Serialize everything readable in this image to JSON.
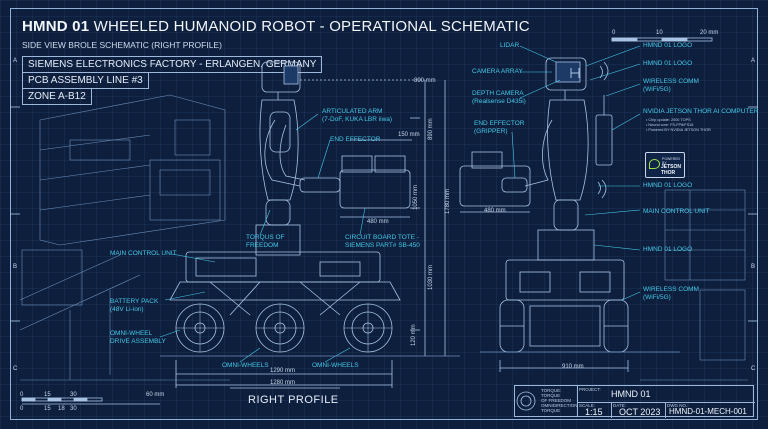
{
  "title_bold": "HMND 01",
  "title_rest": " WHEELED HUMANOID ROBOT - OPERATIONAL SCHEMATIC",
  "subtitle": "SIDE VIEW BROLE SCHEMATIC  (RIGHT PROFILE)",
  "location_box": "SIEMENS ELECTRONICS FACTORY - ERLANGEN, GERMANY",
  "line_box": "PCB ASSEMBLY LINE #3",
  "zone_box": "ZONE A-B12",
  "left_labels": {
    "articulated_arm_1": "ARTICULATED ARM",
    "articulated_arm_2": "(7-DoF, KUKA LBR iiwa)",
    "end_effector": "END EFFECTOR",
    "torque_1": "TORQUS OF",
    "torque_2": "FREEDOM",
    "tote_1": "CIRCUIT BOARD TOTE -",
    "tote_2": "SIEMENS PART# SB-450",
    "main_control": "MAIN CONTROL UNIT",
    "battery_1": "BATTERY PACK",
    "battery_2": "(48V Li-ion)",
    "omni_drive_1": "OMNI-WHEEL",
    "omni_drive_2": "DRIVE ASSEMBLY",
    "omni_wheels_a": "OMNI-WHEELS",
    "omni_wheels_b": "OMNI-WHEELS"
  },
  "left_dims": {
    "d890a": "890 mm",
    "d890b": "890 mm",
    "d150": "150 mm",
    "d1050": "1050 mm",
    "d1780": "1780 mm",
    "d480": "480 mm",
    "d1030": "1030 mm",
    "d120": "120 mm",
    "d1290": "1290 mm",
    "d1280": "1280 mm"
  },
  "right_labels": {
    "lidar": "LIDAR",
    "camera_array": "CAMERA ARRAY",
    "depth_1": "DEPTH CAMERA",
    "depth_2": "(Realsense D435i)",
    "end_eff_1": "END EFFECTOR",
    "end_eff_2": "(GRIPPER)",
    "logo_1": "HMND 01 LOGO",
    "logo_2": "HMND 01 LOGO",
    "wireless_1": "WIRELESS COMM",
    "wireless_2": "(WiFi/5G)",
    "nvidia": "NVIDIA JETSON THOR AI COMPUTER",
    "nvidia_s1": "• Chip update: 2000 TOPS",
    "nvidia_s2": "• Neural core: FS-FP8/FS16",
    "nvidia_s3": "• Powered BY NVIDIA JETSON THOR",
    "logo_3": "HMND 01 LOGO",
    "main_control": "MAIN CONTROL UNIT",
    "logo_4": "HMND 01 LOGO",
    "wireless_3": "WIRELESS COMM",
    "wireless_4": "(WiFi/5G)",
    "d480": "480 mm",
    "d910": "910 mm"
  },
  "badge": {
    "powered": "POWERED BY",
    "name": "JETSON THOR"
  },
  "scale_top": {
    "s0": "0",
    "s10": "10",
    "s20": "20 mm"
  },
  "scale_bottom": {
    "s0": "0",
    "s15": "15",
    "s18": "18",
    "s30": "30",
    "s60": "60 mm"
  },
  "profile_label": "RIGHT PROFILE",
  "title_block": {
    "desc": [
      "TORQUE:",
      "TORQUE",
      "OF FREEDOM",
      "OMNIDIRECTION",
      "TORQUE"
    ],
    "project_label": "PROJECT:",
    "project": "HMND 01",
    "scale_label": "SCALE:",
    "scale": "1:15",
    "date_label": "DATE:",
    "date": "OCT 2023",
    "dwg_label": "DWG NO.:",
    "dwg": "HMND-01-MECH-001"
  },
  "grid_rows": [
    "A",
    "B",
    "C"
  ],
  "colors": {
    "background": "#0d1f3d",
    "line": "#a9c3e4",
    "accent": "#46c9e8"
  }
}
